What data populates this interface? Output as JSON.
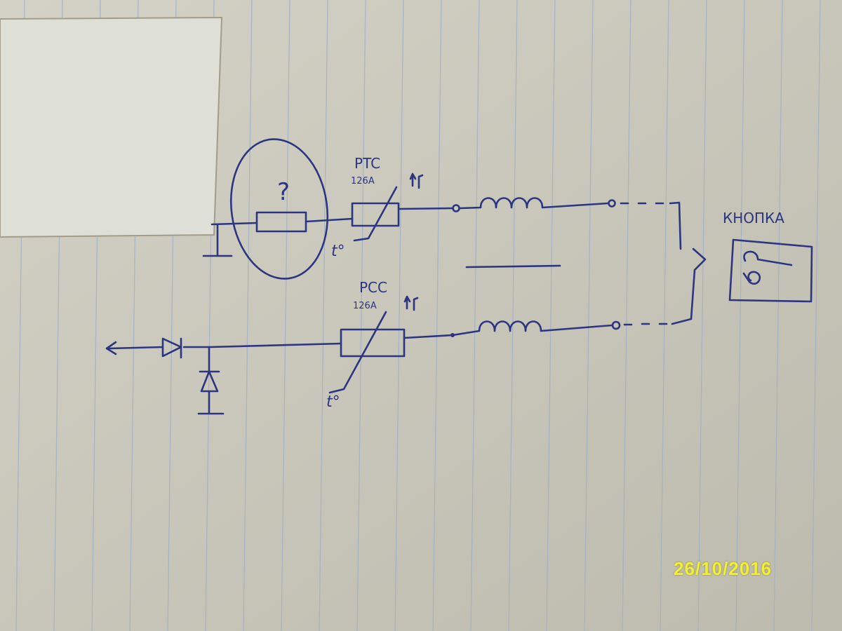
{
  "diagram": {
    "unknown_component_label": "?",
    "top_branch": {
      "name": "PTC",
      "rating": "126A",
      "temp_label": "t°"
    },
    "bottom_branch": {
      "name": "PCC",
      "rating": "126A",
      "temp_label": "t°"
    },
    "button_label": "КНОПКА"
  },
  "photo_date": "26/10/2016",
  "colors": {
    "paper": "#c9c7bb",
    "ink": "#2c3580",
    "ruling": "#9fb0c6",
    "date": "#f2ee3c"
  }
}
